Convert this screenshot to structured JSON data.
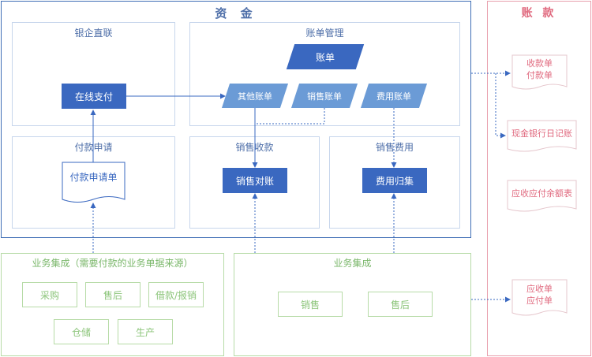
{
  "funds": {
    "title": "资 金",
    "bank": {
      "title": "银企直联",
      "online_pay": "在线支付"
    },
    "payment": {
      "title": "付款申请",
      "request_doc": "付款申请单"
    },
    "bills": {
      "title": "账单管理",
      "bill": "账单",
      "other": "其他账单",
      "sales": "销售账单",
      "expense": "费用账单"
    },
    "sales_collect": {
      "title": "销售收款",
      "reconcile": "销售对账"
    },
    "sales_expense": {
      "title": "销售费用",
      "collect": "费用归集"
    }
  },
  "integration_left": {
    "title": "业务集成（需要付款的业务单据来源）",
    "items": [
      "采购",
      "售后",
      "借款/报销",
      "仓储",
      "生产"
    ]
  },
  "integration_right": {
    "title": "业务集成",
    "items": [
      "销售",
      "售后"
    ]
  },
  "accounts": {
    "title": "账 款",
    "docs": [
      [
        "收款单",
        "付款单"
      ],
      [
        "现金银行日记账"
      ],
      [
        "应收应付余额表"
      ],
      [
        "应收单",
        "应付单"
      ]
    ]
  },
  "colors": {
    "blue": "#3a68c0",
    "light_blue": "#6b9bd6",
    "green": "#8cc57a",
    "pink": "#e06a7f"
  }
}
